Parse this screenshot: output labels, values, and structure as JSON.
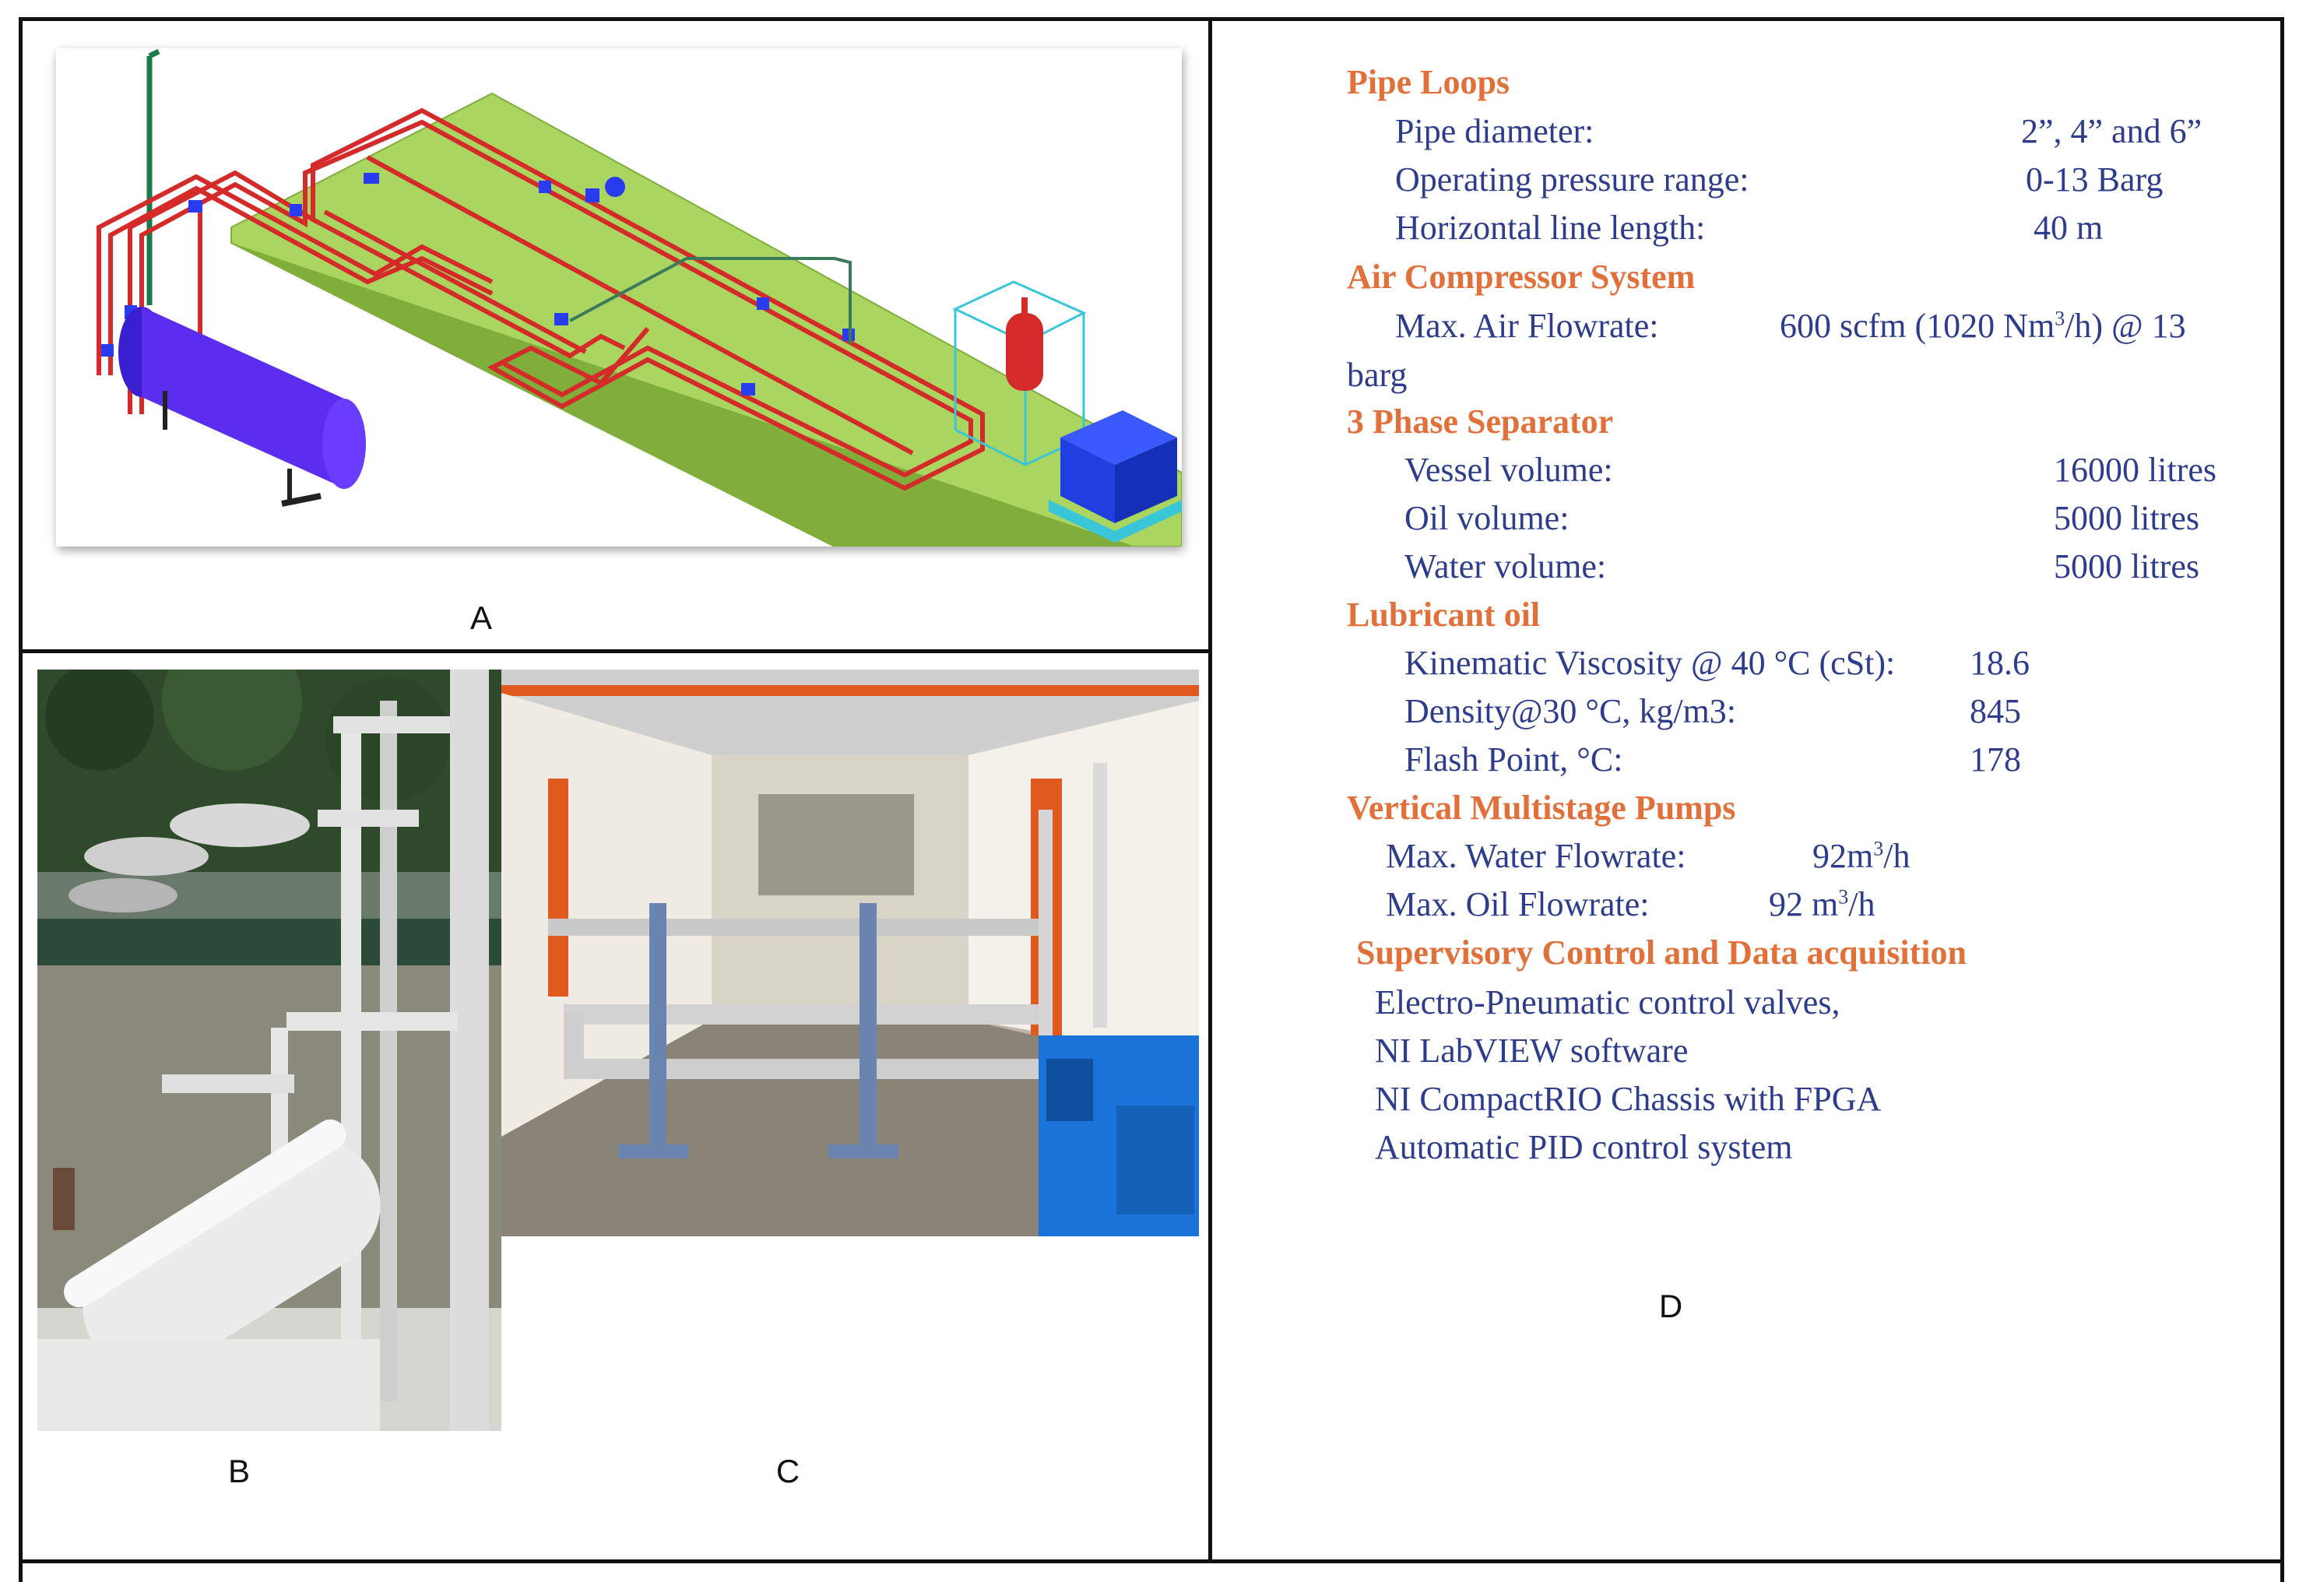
{
  "panels": {
    "a_label": "A",
    "b_label": "B",
    "c_label": "C",
    "d_label": "D"
  },
  "colors": {
    "heading": "#e2703a",
    "body_text": "#2d3c8c",
    "pipe": "#d42a2a",
    "platform": "#a9d560",
    "separator_vessel": "#5a2df0",
    "compressor": "#1f3fe0"
  },
  "specs": {
    "pipe_loops": {
      "title": "Pipe Loops",
      "diameter_label": "Pipe diameter:",
      "diameter_value": "2”, 4” and 6”",
      "pressure_label": "Operating pressure range:",
      "pressure_value": "0-13 Barg",
      "length_label": "Horizontal line length:",
      "length_value": "40 m"
    },
    "air_compressor": {
      "title": "Air Compressor System",
      "flow_label": "Max. Air Flowrate:",
      "flow_value_a": "600 scfm (1020 Nm",
      "flow_value_sup": "3",
      "flow_value_b": "/h) @ 13",
      "flow_value_wrap": "barg"
    },
    "separator": {
      "title": "3 Phase Separator",
      "vessel_label": "Vessel volume:",
      "vessel_value": "16000 litres",
      "oil_label": "Oil volume:",
      "oil_value": "5000 litres",
      "water_label": "Water volume:",
      "water_value": "5000 litres"
    },
    "lubricant": {
      "title": "Lubricant oil",
      "viscosity_label": "Kinematic Viscosity @ 40 °C (cSt):",
      "viscosity_value": "18.6",
      "density_label": "Density@30 °C, kg/m3:",
      "density_value": "845",
      "flash_label": "Flash Point, °C:",
      "flash_value": "178"
    },
    "pumps": {
      "title": "Vertical Multistage Pumps",
      "water_label": "Max. Water Flowrate:",
      "water_value_a": "92m",
      "water_value_sup": "3",
      "water_value_b": "/h",
      "oil_label": "Max. Oil Flowrate:",
      "oil_value_a": "92 m",
      "oil_value_sup": "3",
      "oil_value_b": "/h"
    },
    "scada": {
      "title": "Supervisory Control and Data acquisition",
      "items": [
        "Electro-Pneumatic control  valves,",
        "NI LabVIEW software",
        "NI CompactRIO Chassis with FPGA",
        "Automatic PID control system"
      ]
    }
  }
}
